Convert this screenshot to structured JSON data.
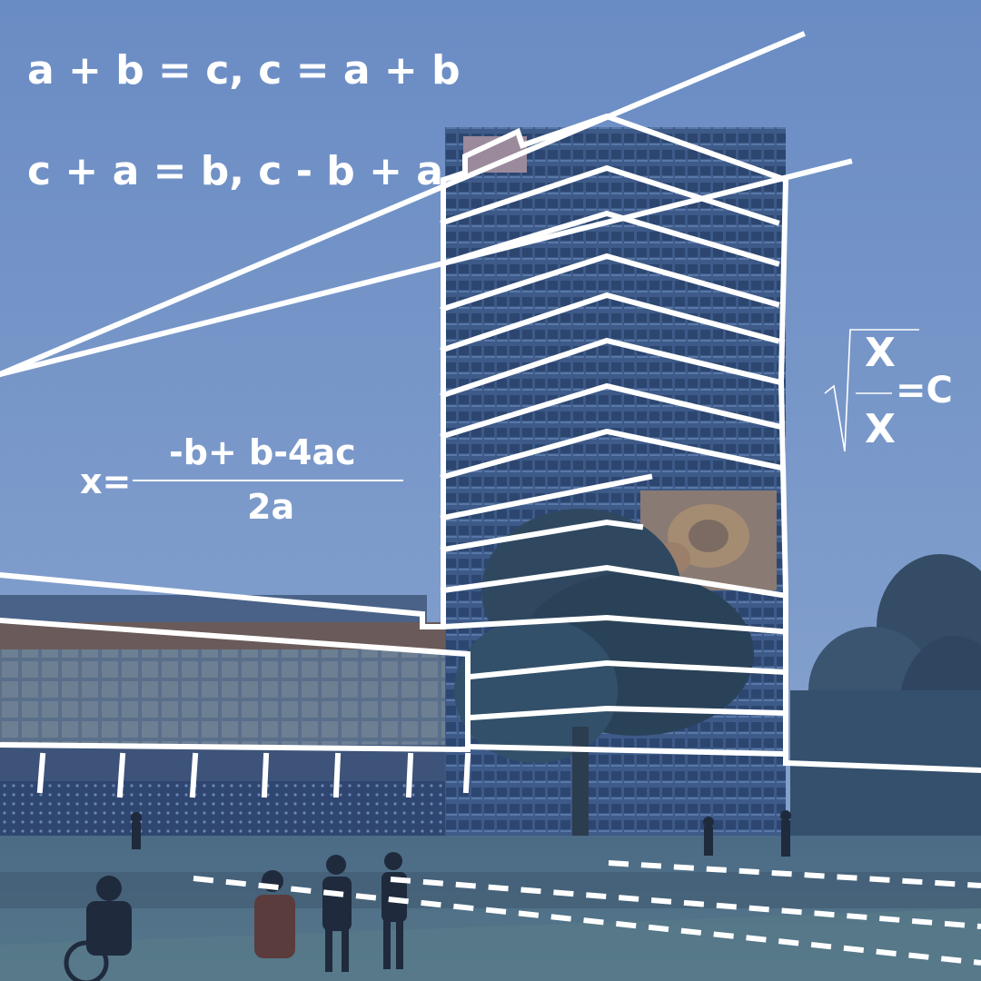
{
  "equations": {
    "line1": "a + b = c, c = a + b",
    "line2": "c + a = b, c - b + a"
  },
  "quadratic": {
    "lhs": "x=",
    "numerator": "-b+ b-4ac",
    "denominator": "2a"
  },
  "radical": {
    "top": "X",
    "bottom": "X",
    "rhs": "=C"
  },
  "colors": {
    "sky": "#6f8fbf",
    "lines": "#ffffff",
    "lawn": "#4f6f80",
    "tower": "#3e5b8a"
  }
}
